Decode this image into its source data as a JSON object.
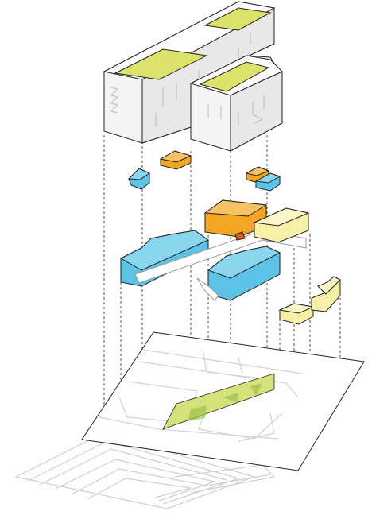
{
  "diagram": {
    "kind": "exploded axonometric",
    "layers": [
      {
        "id": "buildings",
        "items": [
          "building-tall-left",
          "building-short-right"
        ],
        "color": "#ffffff",
        "roof_color": "#dbe36a"
      },
      {
        "id": "orange-volumes",
        "color": "#f2a623"
      },
      {
        "id": "blue-volumes",
        "color": "#5cc3e6"
      },
      {
        "id": "yellow-volumes",
        "color": "#f6f1a6"
      },
      {
        "id": "ground-plan",
        "color": "#ffffff",
        "green_color": "#d5e27c"
      }
    ],
    "colors": {
      "outline": "#222222",
      "ghost": "#d2d2d2",
      "wall": "#f4f4f4",
      "wall_side": "#e8e8e8"
    }
  }
}
